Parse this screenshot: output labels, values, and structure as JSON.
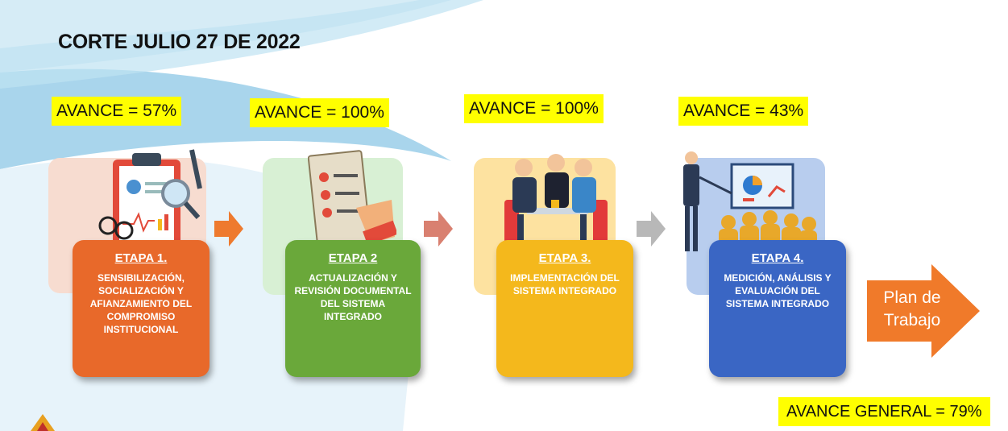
{
  "title": "CORTE JULIO 27 DE 2022",
  "stages": [
    {
      "avance": "AVANCE = 57%",
      "stage_label": "ETAPA 1.",
      "description": "SENSIBILIZACIÓN, SOCIALIZACIÓN Y AFIANZAMIENTO DEL COMPROMISO INSTITUCIONAL",
      "color": "#e8692a",
      "icon": "clipboard-magnifier-icon"
    },
    {
      "avance": "AVANCE = 100%",
      "stage_label": "ETAPA 2",
      "description": "ACTUALIZACIÓN Y REVISIÓN DOCUMENTAL DEL SISTEMA INTEGRADO",
      "color": "#6aa83a",
      "icon": "checklist-document-icon"
    },
    {
      "avance": "AVANCE = 100%",
      "stage_label": "ETAPA 3.",
      "description": "IMPLEMENTACIÓN DEL SISTEMA INTEGRADO",
      "color": "#f4b81c",
      "icon": "team-meeting-icon"
    },
    {
      "avance": "AVANCE = 43%",
      "stage_label": "ETAPA 4.",
      "description": "MEDICIÓN, ANÁLISIS Y EVALUACIÓN DEL SISTEMA INTEGRADO",
      "color": "#3a66c4",
      "icon": "presentation-audience-icon"
    }
  ],
  "plan": {
    "line1": "Plan de",
    "line2": "Trabajo",
    "color": "#f07a2a"
  },
  "avance_general": "AVANCE GENERAL = 79%",
  "colors": {
    "highlight": "#ffff00",
    "swoosh": "#9fd0e8"
  }
}
